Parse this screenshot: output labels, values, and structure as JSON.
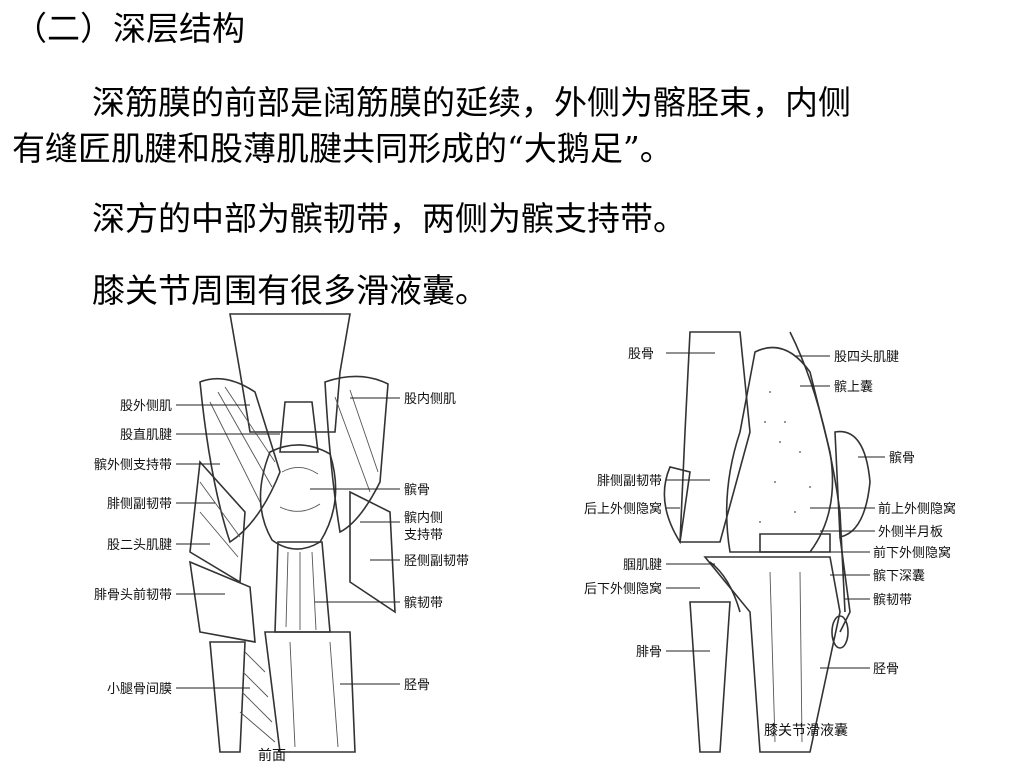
{
  "slide": {
    "heading": "（二）深层结构",
    "paragraph1_line1": "深筋膜的前部是阔筋膜的延续，外侧为髂胫束，内侧",
    "paragraph1_line2": "有缝匠肌腱和股薄肌腱共同形成的“大鹅足”。",
    "paragraph2": "深方的中部为髌韧带，两侧为髌支持带。",
    "paragraph3": "膝关节周围有很多滑液囊。"
  },
  "figure_left": {
    "caption": "前面",
    "labels": {
      "l1": "股外侧肌",
      "l2": "股直肌腱",
      "l3": "髌外侧支持带",
      "l4": "腓侧副韧带",
      "l5": "股二头肌腱",
      "l6": "腓骨头前韧带",
      "l7": "小腿骨间膜",
      "r1": "股内侧肌",
      "r2": "髌骨",
      "r3a": "髌内侧",
      "r3b": "支持带",
      "r4": "胫侧副韧带",
      "r5": "髌韧带",
      "r6": "胫骨"
    }
  },
  "figure_right": {
    "caption": "膝关节滑液囊",
    "labels": {
      "l1": "股骨",
      "l2": "腓侧副韧带",
      "l3": "后上外侧隐窝",
      "l4": "腘肌腱",
      "l5": "后下外侧隐窝",
      "l6": "腓骨",
      "r1": "股四头肌腱",
      "r2": "髌上囊",
      "r3": "髌骨",
      "r4": "前上外侧隐窝",
      "r5": "外侧半月板",
      "r6": "前下外侧隐窝",
      "r7": "髌下深囊",
      "r8": "髌韧带",
      "r9": "胫骨"
    }
  }
}
